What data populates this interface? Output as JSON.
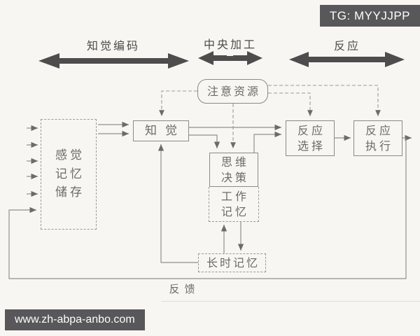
{
  "badge": {
    "text": "TG: MYYJJPP"
  },
  "watermark": {
    "url": "www.zh-abpa-anbo.com"
  },
  "stages": {
    "perceptual_encoding": "知觉编码",
    "central_processing": "中央加工",
    "response": "反应"
  },
  "nodes": {
    "attention_resources": {
      "label": "注意资源"
    },
    "sensory_memory": {
      "line1": "感觉",
      "line2": "记忆",
      "line3": "储存"
    },
    "perception": {
      "label": "知觉"
    },
    "thinking_decision": {
      "line1": "思维",
      "line2": "决策"
    },
    "working_memory": {
      "line1": "工作",
      "line2": "记忆"
    },
    "response_selection": {
      "line1": "反应",
      "line2": "选择"
    },
    "response_execution": {
      "line1": "反应",
      "line2": "执行"
    },
    "long_term_memory": {
      "label": "长时记忆"
    }
  },
  "labels": {
    "feedback": "反馈"
  },
  "colors": {
    "background": "#f8f6f3",
    "badge_bg": "#58575a",
    "badge_text": "#fdfdfd",
    "connector_line": "#909090",
    "arrowhead": "#6b6b6b",
    "big_arrow": "#4e4c4c",
    "box_border_solid": "#8a8a8a",
    "box_border_dashed": "#9a9a9a",
    "text": "#6b6b6b"
  }
}
